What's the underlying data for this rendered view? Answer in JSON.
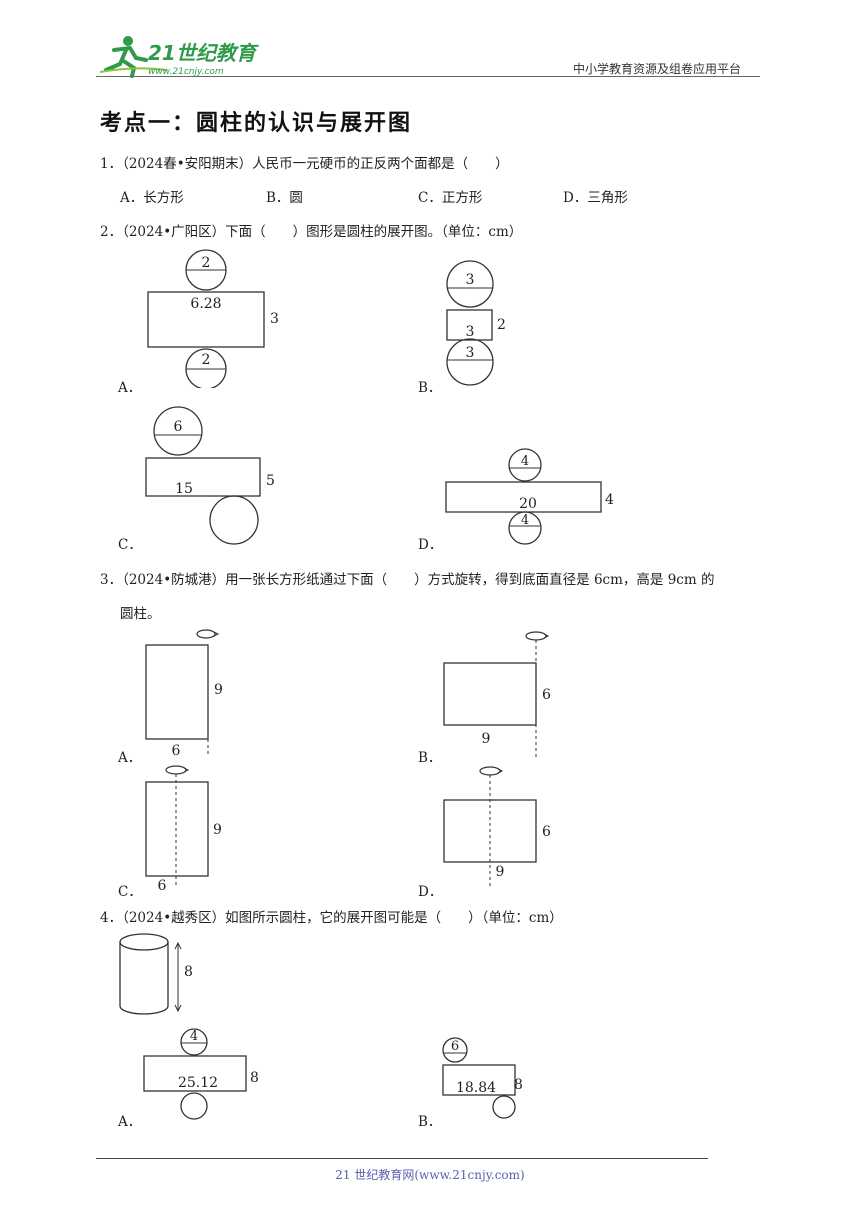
{
  "header": {
    "logo_text": "21世纪教育",
    "logo_url_text": "www.21cnjy.com",
    "right_text": "中小学教育资源及组卷应用平台"
  },
  "section_title": "考点一：圆柱的认识与展开图",
  "questions": [
    {
      "number": "1．",
      "stem": "（2024春•安阳期末）人民币一元硬币的正反两个面都是（　　）",
      "options": [
        {
          "label": "A．",
          "text": "长方形"
        },
        {
          "label": "B．",
          "text": "圆"
        },
        {
          "label": "C．",
          "text": "正方形"
        },
        {
          "label": "D．",
          "text": "三角形"
        }
      ]
    },
    {
      "number": "2．",
      "stem": "（2024•广阳区）下面（　　）图形是圆柱的展开图。（单位：cm）",
      "options": [
        {
          "label": "A．",
          "top_circle": "2",
          "rect_width": "6.28",
          "rect_height": "3",
          "bottom_circle": "2"
        },
        {
          "label": "B．",
          "top_circle": "3",
          "rect_width": "3",
          "rect_height": "2",
          "bottom_circle": "3"
        },
        {
          "label": "C．",
          "top_circle": "6",
          "rect_width": "15",
          "rect_height": "5",
          "bottom_circle": ""
        },
        {
          "label": "D．",
          "top_circle": "4",
          "rect_width": "20",
          "rect_height": "4",
          "bottom_circle": "4"
        }
      ]
    },
    {
      "number": "3．",
      "stem_line1": "（2024•防城港）用一张长方形纸通过下面（　　）方式旋转，得到底面直径是 6cm，高是 9cm 的",
      "stem_line2": "圆柱。",
      "options": [
        {
          "label": "A．",
          "width": "6",
          "height": "9"
        },
        {
          "label": "B．",
          "width": "9",
          "height": "6"
        },
        {
          "label": "C．",
          "width": "6",
          "height": "9"
        },
        {
          "label": "D．",
          "width": "9",
          "height": "6"
        }
      ]
    },
    {
      "number": "4．",
      "stem": "（2024•越秀区）如图所示圆柱，它的展开图可能是（　　）（单位：cm）",
      "cylinder_height": "8",
      "options": [
        {
          "label": "A．",
          "top_circle": "4",
          "rect_width": "25.12",
          "rect_height": "8"
        },
        {
          "label": "B．",
          "top_circle": "6",
          "rect_width": "18.84",
          "rect_height": "8"
        }
      ]
    }
  ],
  "footer": {
    "text": "21 世纪教育网(www.21cnjy.com)"
  }
}
